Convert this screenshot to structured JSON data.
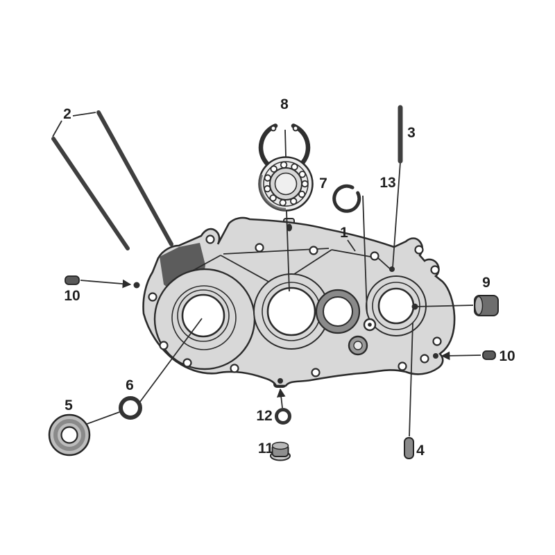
{
  "diagram": {
    "kind": "exploded-parts-diagram",
    "subject_name": "crankcase-assembly",
    "part_count": 13
  },
  "colors": {
    "ink": "#2b2b2b",
    "case_fill": "#d8d8d8",
    "shade_dark": "#4f4f4f",
    "metal_mid": "#8a8a8a",
    "background": "#ffffff"
  },
  "parts": {
    "p1": {
      "label": "1",
      "name": "crankcase-body"
    },
    "p2": {
      "label": "2",
      "name": "stud-pair"
    },
    "p3": {
      "label": "3",
      "name": "long-stud"
    },
    "p4": {
      "label": "4",
      "name": "dowel-pin"
    },
    "p5": {
      "label": "5",
      "name": "seal-washer"
    },
    "p6": {
      "label": "6",
      "name": "small-ring"
    },
    "p7": {
      "label": "7",
      "name": "ball-bearing"
    },
    "p8": {
      "label": "8",
      "name": "snap-ring"
    },
    "p9": {
      "label": "9",
      "name": "bushing"
    },
    "p10_left": {
      "label": "10",
      "name": "plug-left"
    },
    "p10_right": {
      "label": "10",
      "name": "plug-right"
    },
    "p11": {
      "label": "11",
      "name": "flange-bolt"
    },
    "p12": {
      "label": "12",
      "name": "small-washer"
    },
    "p13": {
      "label": "13",
      "name": "circlip"
    }
  }
}
